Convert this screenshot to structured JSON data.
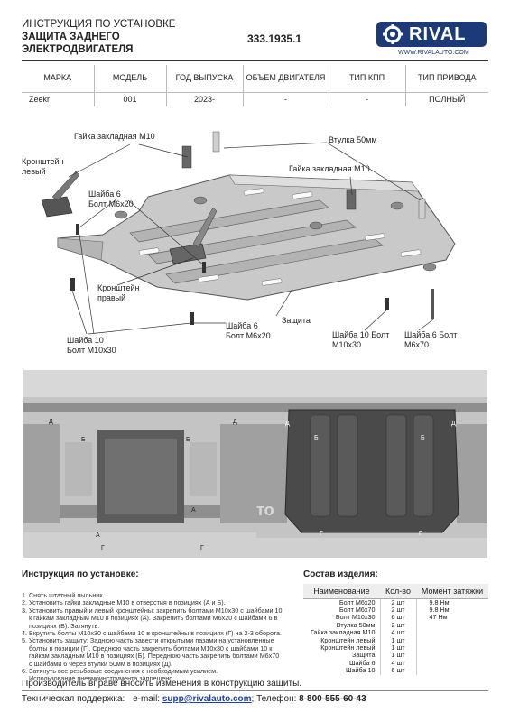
{
  "header": {
    "title_line1": "ИНСТРУКЦИЯ ПО УСТАНОВКЕ",
    "title_line2": "ЗАЩИТА ЗАДНЕГО",
    "title_line3": "ЭЛЕКТРОДВИГАТЕЛЯ",
    "article": "333.1935.1",
    "logo_text": "RIVAL",
    "logo_url": "WWW.RIVALAUTO.COM"
  },
  "spec_table": {
    "headers": [
      "МАРКА",
      "МОДЕЛЬ",
      "ГОД ВЫПУСКА",
      "ОБЪЕМ ДВИГАТЕЛЯ",
      "ТИП КПП",
      "ТИП ПРИВОДА"
    ],
    "row": [
      "Zeekr",
      "001",
      "2023-",
      "-",
      "-",
      "ПОЛНЫЙ"
    ]
  },
  "diagram_labels": {
    "gaika_top": "Гайка закладная М10",
    "vtulka": "Втулка 50мм",
    "kronshtein_left": "Кронштейн левый",
    "gaika_right": "Гайка закладная М10",
    "shayba_m6x20_upper": "Шайба 6 Болт М6х20",
    "kronshtein_right": "Кронштейн правый",
    "shayba10_m10x30_left": "Шайба 10 Болт М10х30",
    "shayba6_m6x20_lower": "Шайба 6 Болт М6х20",
    "zashita": "Защита",
    "shayba10_m10x30_right": "Шайба 10 Болт М10х30",
    "shayba6_m6x70": "Шайба 6 Болт М6х70"
  },
  "photo_markers": {
    "left": [
      "Д",
      "Б",
      "А",
      "А",
      "Б",
      "Д",
      "Г",
      "Г"
    ],
    "right": [
      "Д",
      "Б",
      "Б",
      "Д",
      "Г",
      "Г"
    ]
  },
  "watermark": "©авто",
  "instructions": {
    "title": "Инструкция по установке:",
    "steps": [
      "1. Снять штатный пыльник.",
      "2. Установить гайки закладные М10 в отверстия в позициях (А и Б).",
      "3. Установить правый и левый кронштейны: закрепить болтами М10х30 с шайбами 10",
      "    к гайкам закладным М10 в позициях (А). Закрепить болтами М6х20 с шайбами 6 в",
      "    позициях (В). Затянуть.",
      "4. Вкрутить болты М10х30 с шайбами 10 в кронштейны в позициях (Г) на 2-3 оборота.",
      "5. Установить защиту: Заднюю часть завести открытыми пазами на установленные",
      "    болты в позиции (Г). Среднюю часть закрепить болтами М10х30 с шайбами 10 к",
      "    гайкам закладным М10 в позициях (Б). Переднюю часть закрепить болтами М6х70",
      "    с шайбами 6 через втулки 50мм в позициях (Д).",
      "6. Затянуть все резьбовые соединения с необходимым усилием.",
      "    Использование пневмоинструмента запрещено."
    ]
  },
  "bom": {
    "title": "Состав изделия:",
    "headers": [
      "Наименование",
      "Кол-во",
      "Момент затяжки"
    ],
    "rows": [
      {
        "name": "Болт М6х20",
        "qty": "2 шт",
        "torque": "9.8 Нм"
      },
      {
        "name": "Болт М6х70",
        "qty": "2 шт",
        "torque": "9.8 Нм"
      },
      {
        "name": "Болт М10х30",
        "qty": "6 шт",
        "torque": "47 Нм"
      },
      {
        "name": "Втулка 50мм",
        "qty": "2 шт",
        "torque": ""
      },
      {
        "name": "Гайка закладная М10",
        "qty": "4 шт",
        "torque": ""
      },
      {
        "name": "Кронштейн левый",
        "qty": "1 шт",
        "torque": ""
      },
      {
        "name": "Кронштейн левый",
        "qty": "1 шт",
        "torque": ""
      },
      {
        "name": "Защита",
        "qty": "1 шт",
        "torque": ""
      },
      {
        "name": "Шайба 6",
        "qty": "4 шт",
        "torque": ""
      },
      {
        "name": "Шайба 10",
        "qty": "6 шт",
        "torque": ""
      }
    ]
  },
  "footer": {
    "line1": "Производитель вправе вносить изменения в конструкцию защиты.",
    "support_label": "Техническая поддержка:",
    "email_label": "e-mail:",
    "email": "supp@rivalauto.com",
    "phone_label": "; Телефон:",
    "phone": "8-800-555-60-43"
  },
  "colors": {
    "brand": "#1d3a78",
    "link": "#1a3fb0"
  }
}
